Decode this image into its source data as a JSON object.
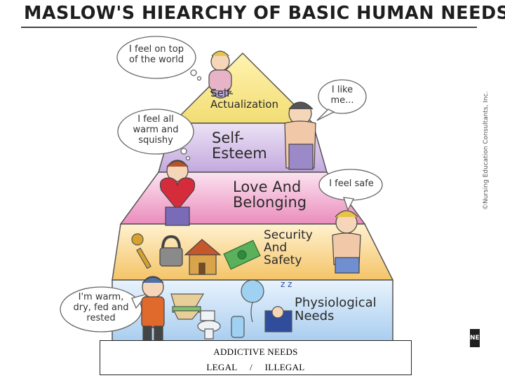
{
  "title": "MASLOW'S HIEARCHY OF BASIC HUMAN NEEDS",
  "levels": [
    {
      "label": "Self-\nActualization"
    },
    {
      "label": "Self-\nEsteem"
    },
    {
      "label": "Love And\nBelonging"
    },
    {
      "label": "Security\nAnd\nSafety"
    },
    {
      "label": "Physiological\nNeeds"
    }
  ],
  "bubbles": [
    {
      "text": "I feel on top\nof the world"
    },
    {
      "text": "I like\nme..."
    },
    {
      "text": "I feel all\nwarm and\nsquishy"
    },
    {
      "text": "I feel safe"
    },
    {
      "text": "I'm warm,\ndry, fed and\nrested"
    }
  ],
  "credit": "©Nursing Education Consultants, Inc.",
  "logo": "NEC",
  "footer_box": {
    "title": "ADDICTIVE NEEDS",
    "left": "LEGAL",
    "separator": "/",
    "right": "ILLEGAL"
  },
  "colors": {
    "top": "#f4e48a",
    "esteem": "#cdb9e3",
    "love": "#ef9fc6",
    "security": "#f6cf7a",
    "physiological": "#b9d7f2"
  }
}
